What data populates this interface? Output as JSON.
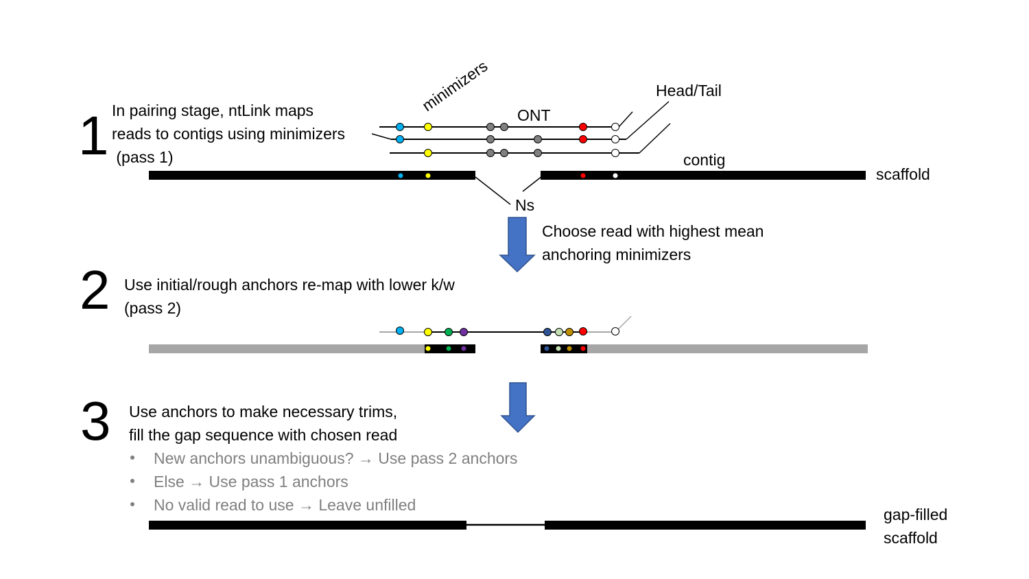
{
  "step1": {
    "number": "1",
    "text_line1": "In pairing stage, ntLink maps",
    "text_line2": "reads to contigs using minimizers",
    "text_line3": " (pass 1)",
    "label_minimizers": "minimizers",
    "label_ont": "ONT",
    "label_head_tail": "Head/Tail",
    "label_contig": "contig",
    "label_scaffold": "scaffold",
    "label_ns": "Ns"
  },
  "arrow1": {
    "text_line1": "Choose read with highest mean",
    "text_line2": "anchoring minimizers"
  },
  "step2": {
    "number": "2",
    "text_line1": "Use initial/rough anchors re-map with lower k/w",
    "text_line2": "(pass 2)"
  },
  "step3": {
    "number": "3",
    "text_line1": "Use anchors to make necessary trims,",
    "text_line2": "fill the gap sequence with chosen read",
    "bullets": [
      "New anchors unambiguous? → Use pass 2 anchors",
      "Else → Use pass 1 anchors",
      "No valid read to use → Leave unfilled"
    ],
    "label_line1": "gap-filled",
    "label_line2": "scaffold"
  },
  "colors": {
    "blue": "#00b0f0",
    "yellow": "#ffff00",
    "grey": "#808080",
    "red": "#ff0000",
    "green": "#00b050",
    "purple": "#7030a0",
    "navy": "#2f5597",
    "light_green": "#c5e0b4",
    "gold": "#bf9000",
    "arrow": "#4472c4"
  }
}
